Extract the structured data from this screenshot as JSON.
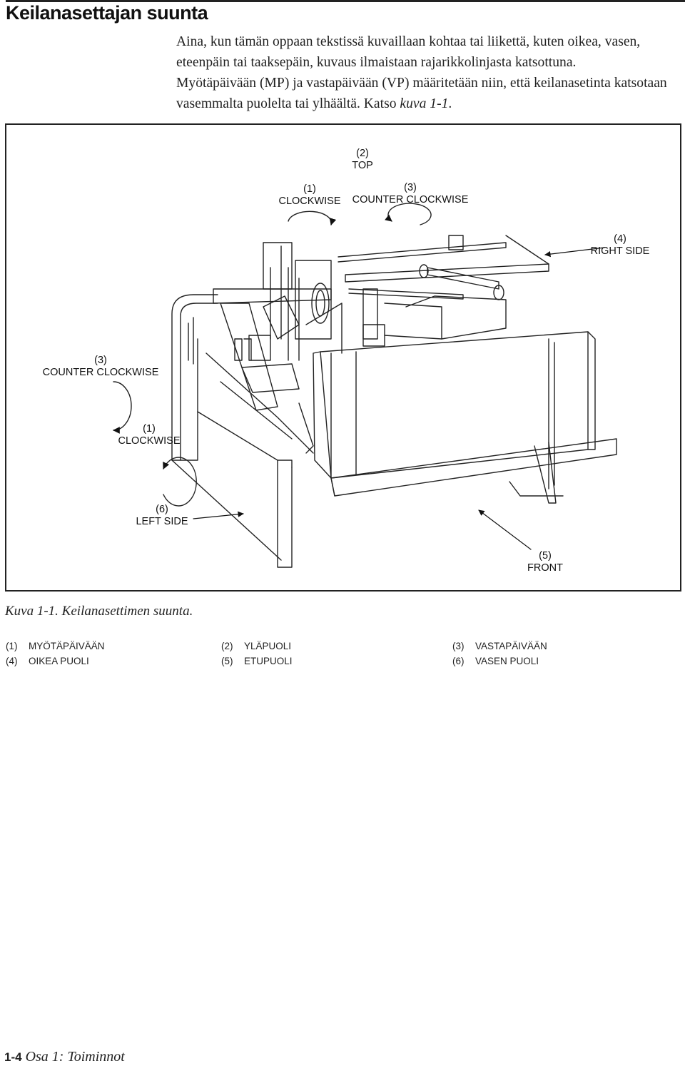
{
  "header": {
    "title": "Keilanasettajan suunta"
  },
  "intro": {
    "paragraph_1": "Aina, kun tämän oppaan tekstissä kuvaillaan kohtaa tai liikettä, kuten oikea, vasen, eteenpäin tai taaksepäin, kuvaus ilmaistaan rajarikkolinjasta katsottuna.",
    "paragraph_2_text": "Myötäpäivään (MP) ja vastapäivään (VP) määritetään niin, että keilanasetinta katsotaan vasemmalta puolelta tai ylhäältä. Katso ",
    "paragraph_2_ref": "kuva 1-1",
    "paragraph_2_end": "."
  },
  "figure": {
    "labels": {
      "top_num": "(2)",
      "top_text": "TOP",
      "top_cw_num": "(1)",
      "top_cw_text": "CLOCKWISE",
      "top_ccw_num": "(3)",
      "top_ccw_text": "COUNTER CLOCKWISE",
      "right_num": "(4)",
      "right_text": "RIGHT SIDE",
      "left_ccw_num": "(3)",
      "left_ccw_text": "COUNTER CLOCKWISE",
      "left_cw_num": "(1)",
      "left_cw_text": "CLOCKWISE",
      "left_num": "(6)",
      "left_text": "LEFT SIDE",
      "front_num": "(5)",
      "front_text": "FRONT"
    }
  },
  "caption": "Kuva 1-1. Keilanasettimen suunta.",
  "legend": [
    {
      "num": "(1)",
      "text": "MYÖTÄPÄIVÄÄN"
    },
    {
      "num": "(2)",
      "text": "YLÄPUOLI"
    },
    {
      "num": "(3)",
      "text": "VASTAPÄIVÄÄN"
    },
    {
      "num": "(4)",
      "text": "OIKEA PUOLI"
    },
    {
      "num": "(5)",
      "text": "ETUPUOLI"
    },
    {
      "num": "(6)",
      "text": "VASEN PUOLI"
    }
  ],
  "footer": {
    "page": "1-4",
    "section": "Osa 1: Toiminnot"
  }
}
